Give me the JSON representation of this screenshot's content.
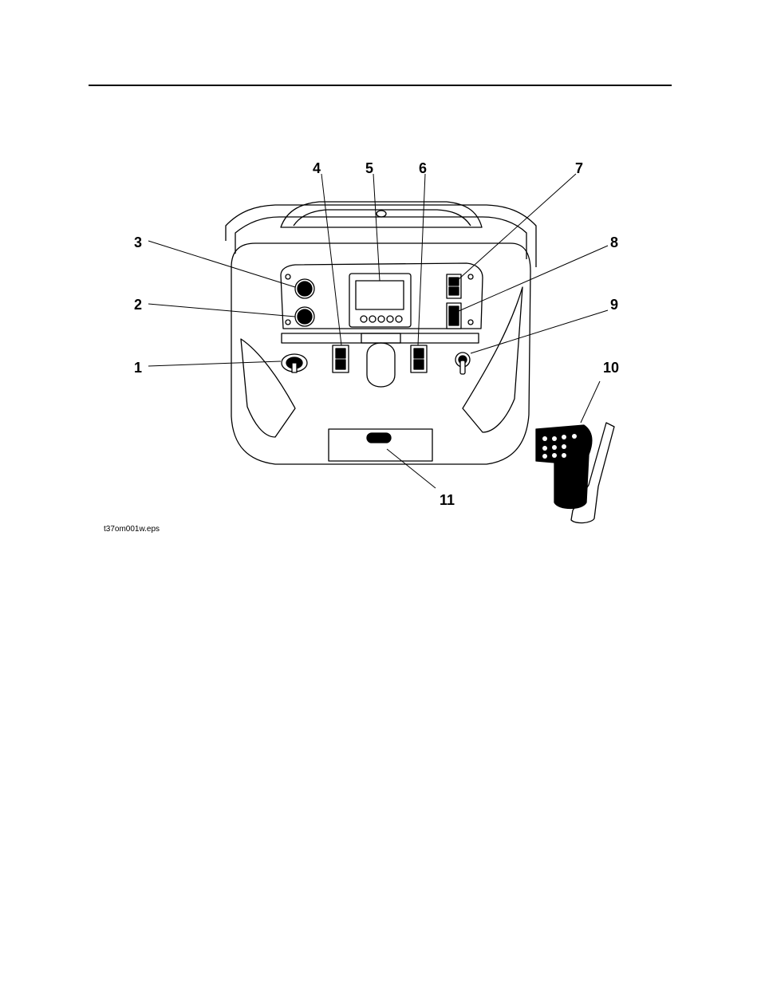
{
  "figure": {
    "filename": "t37om001w.eps",
    "callouts": [
      "1",
      "2",
      "3",
      "4",
      "5",
      "6",
      "7",
      "8",
      "9",
      "10",
      "11"
    ]
  }
}
